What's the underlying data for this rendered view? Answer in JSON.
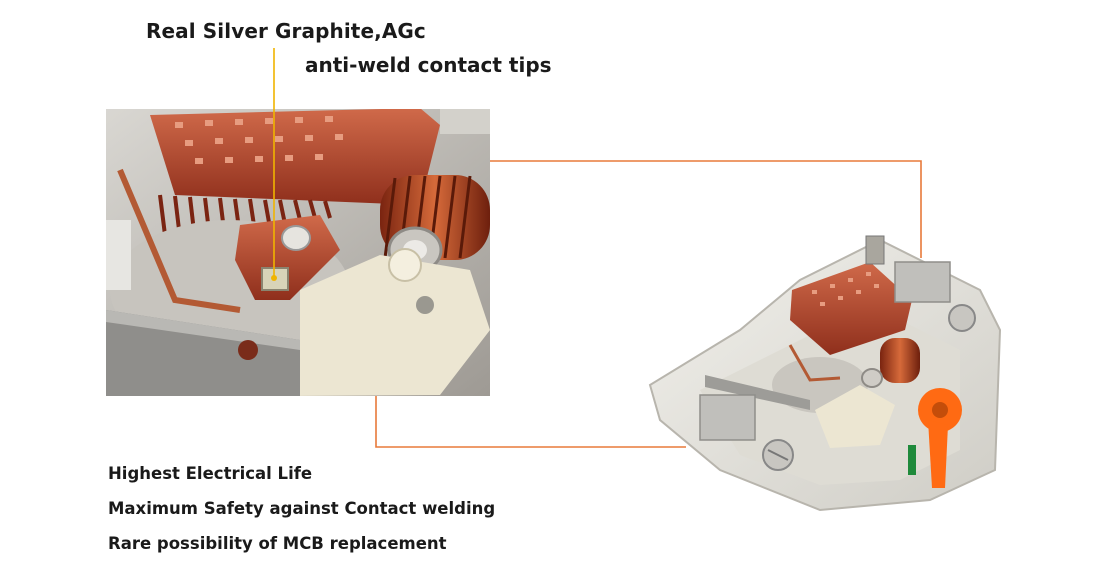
{
  "callout": {
    "line1": "Real Silver Graphite,AGc",
    "line2": "anti-weld contact tips"
  },
  "features": [
    "Highest Electrical Life",
    "Maximum Safety against Contact welding",
    "Rare possibility of MCB replacement"
  ],
  "colors": {
    "leader_line": "#f0b400",
    "connector_line": "#e87a3a",
    "copper": "#b5462c",
    "housing": "#e6e4dd",
    "lever": "#ff6a13"
  }
}
